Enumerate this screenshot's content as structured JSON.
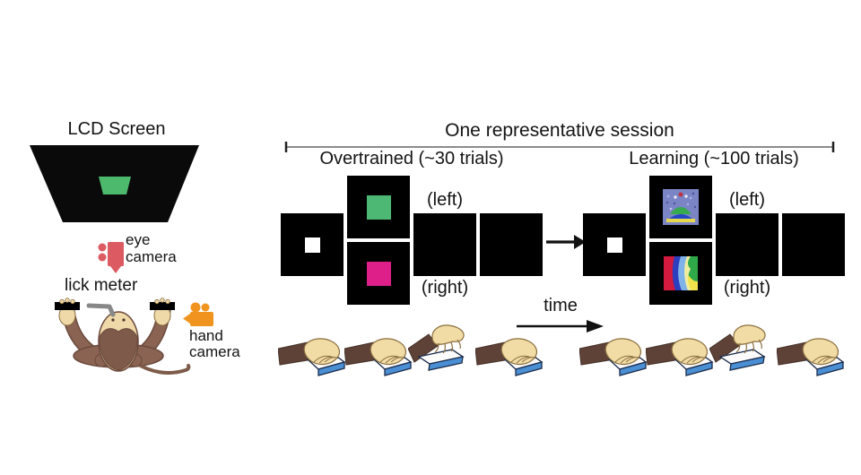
{
  "apparatus": {
    "lcd_label": "LCD Screen",
    "eye_camera_label": [
      "eye",
      "camera"
    ],
    "lick_meter_label": "lick meter",
    "hand_camera_label": [
      "hand",
      "camera"
    ]
  },
  "session": {
    "title": "One representative session",
    "time_label": "time",
    "phases": [
      {
        "name": "overtrained",
        "label": "Overtrained (~30 trials)",
        "left_label": "(left)",
        "right_label": "(right)",
        "stimuli": "colored squares: green (left), pink (right)",
        "screens": [
          "fixation",
          "choice",
          "blank",
          "blank"
        ],
        "hand_states": [
          "holding",
          "holding",
          "released",
          "holding"
        ]
      },
      {
        "name": "learning",
        "label": "Learning (~100 trials)",
        "left_label": "(left)",
        "right_label": "(right)",
        "stimuli": "novel fractal images: blue fractal (left), rainbow fractal (right)",
        "screens": [
          "fixation",
          "choice",
          "blank",
          "blank"
        ],
        "hand_states": [
          "holding",
          "holding",
          "released",
          "holding"
        ]
      }
    ]
  },
  "colors": {
    "stimulus_green": "#4db873",
    "stimulus_pink": "#de1f8a",
    "lcd_green": "#4cb96d",
    "eye_camera_red": "#dc5a62",
    "hand_camera_orange": "#f0941f",
    "button_blue": "#4a8fd4",
    "monkey_brown": "#8a6352",
    "hand_tan": "#f0dca8",
    "screen_black": "#000000"
  }
}
